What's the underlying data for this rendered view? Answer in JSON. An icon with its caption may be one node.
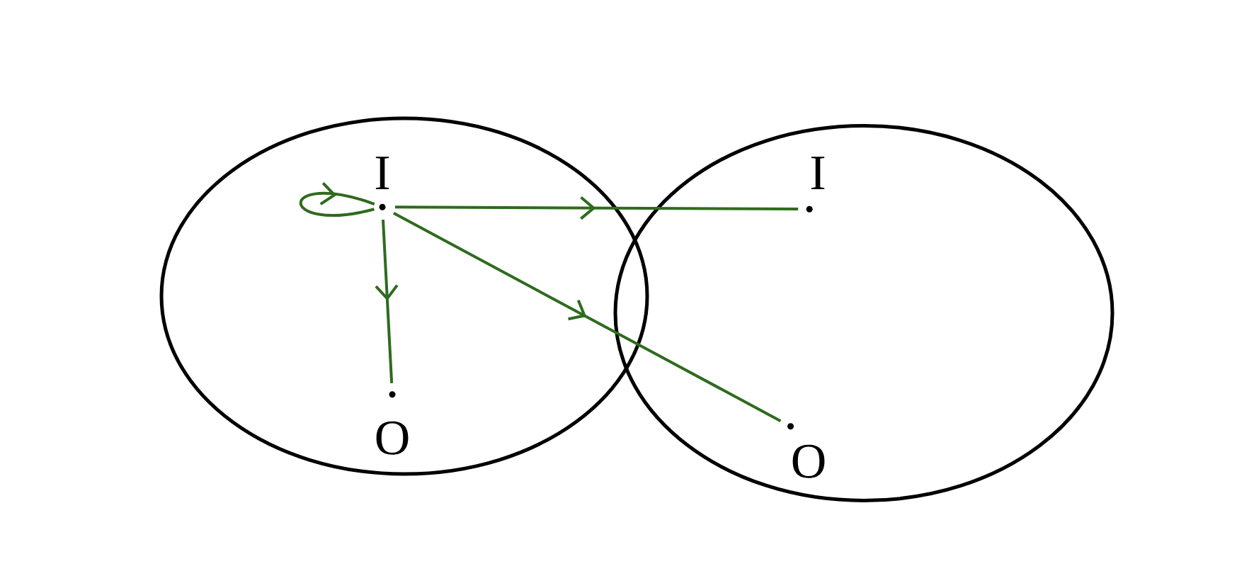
{
  "diagram": {
    "nodes": [
      {
        "text": [],
        "shape": "ellipse"
      },
      {
        "text": [
          "I"
        ],
        "in": 0
      },
      {
        "text": [
          "O"
        ],
        "in": 0
      },
      {
        "text": [],
        "shape": "ellipse"
      },
      {
        "text": [
          "I"
        ],
        "in": 3
      },
      {
        "text": [
          "O"
        ],
        "in": 3
      }
    ],
    "edges": [
      {
        "from": 1,
        "to": 1,
        "arrow": "to"
      },
      {
        "from": 1,
        "to": 2,
        "arrow": "to"
      },
      {
        "from": 1,
        "to": 4,
        "arrow": "to"
      },
      {
        "from": 1,
        "to": 5,
        "arrow": "to"
      }
    ]
  }
}
